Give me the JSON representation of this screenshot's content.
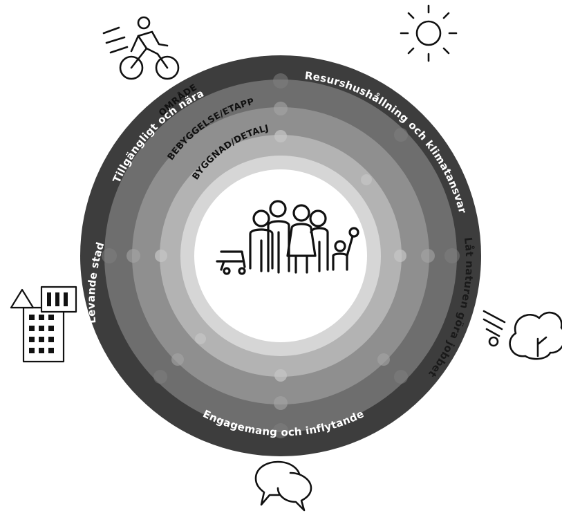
{
  "outer_labels": {
    "top_left": "Tillgängligt och nära",
    "top_right": "Resurshushållning och klimatansvar",
    "right": "Låt naturen göra jobbet",
    "bottom": "Engagemang och inflytande",
    "left": "Levande stad"
  },
  "ring_labels": {
    "ring1": "OMRÅDE",
    "ring2": "BEBYGGELSE/ETAPP",
    "ring3": "BYGGNAD/DETALJ"
  },
  "colors": {
    "rim": "#3d3d3d",
    "ring1": "#6e6e6e",
    "ring2": "#8f8f8f",
    "ring3": "#b3b3b3",
    "ring4": "#d6d6d6",
    "center": "#ffffff"
  },
  "icons": [
    "cyclist-icon",
    "sun-icon",
    "tree-key-icon",
    "speech-bubbles-icon",
    "city-buildings-icon",
    "family-icon"
  ]
}
